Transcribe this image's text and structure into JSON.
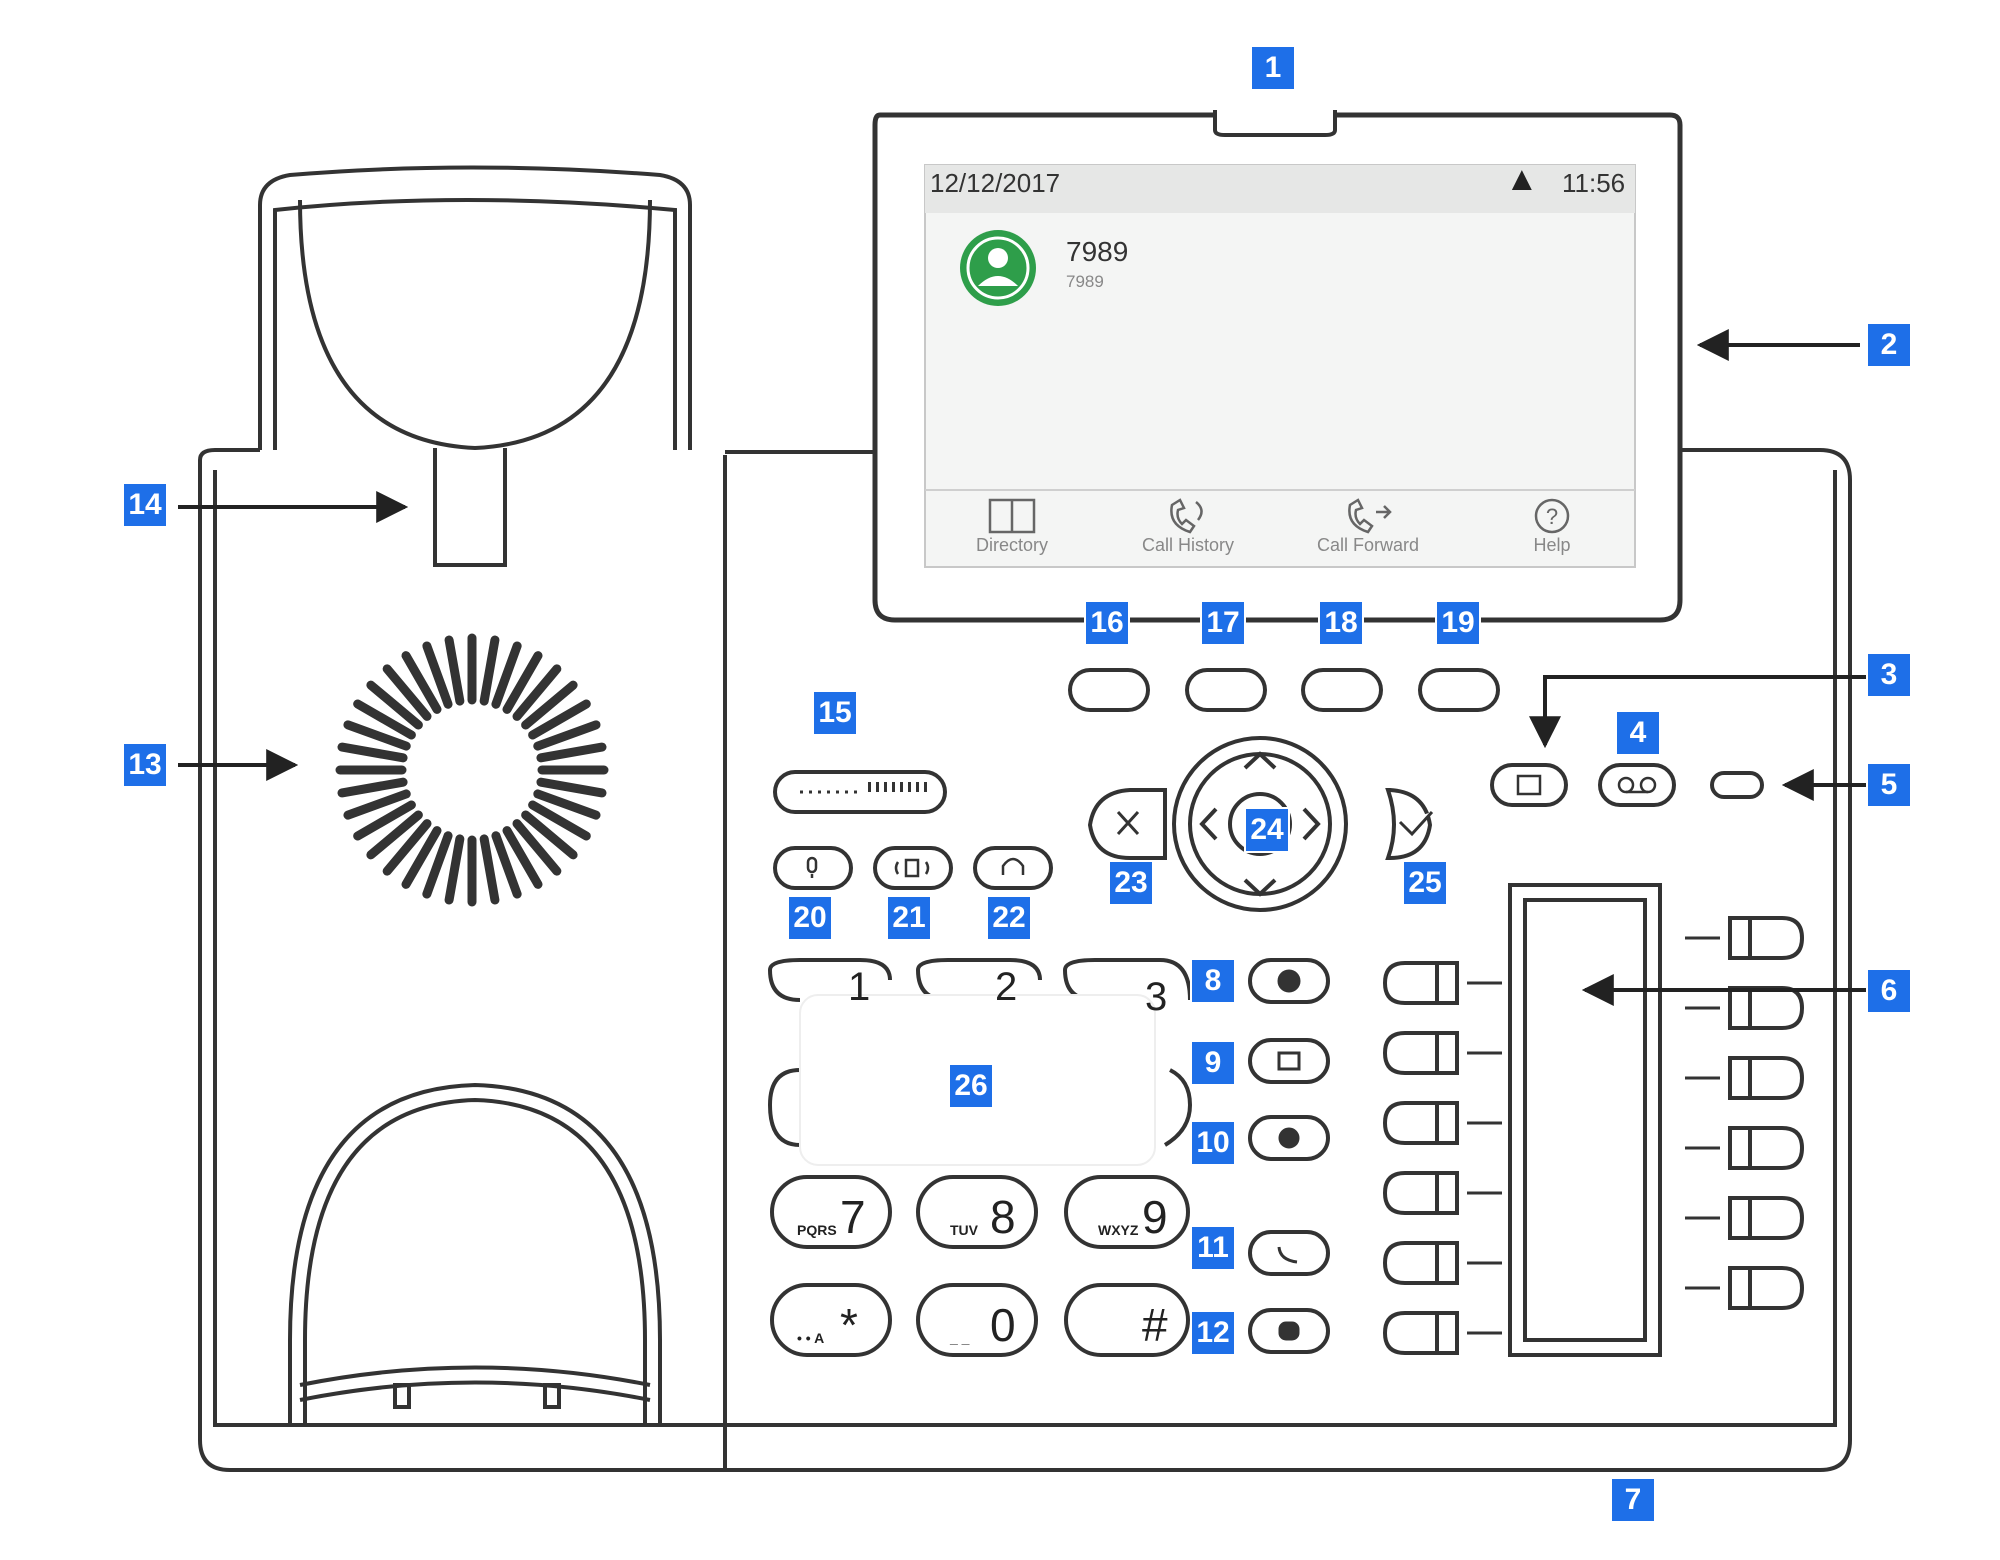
{
  "screen": {
    "date": "12/12/2017",
    "time": "11:56",
    "warning_icon": "warning-triangle-icon",
    "contact": {
      "name": "7989",
      "number": "7989",
      "avatar_icon": "user-avatar-icon",
      "avatar_color": "#2e9e4a"
    },
    "softkeys": [
      {
        "label": "Directory",
        "icon": "book-icon"
      },
      {
        "label": "Call History",
        "icon": "call-history-icon"
      },
      {
        "label": "Call Forward",
        "icon": "call-forward-icon"
      },
      {
        "label": "Help",
        "icon": "help-icon"
      }
    ]
  },
  "keypad": {
    "keys": [
      {
        "digit": "7",
        "letters": "PQRS"
      },
      {
        "digit": "8",
        "letters": "TUV"
      },
      {
        "digit": "9",
        "letters": "WXYZ"
      },
      {
        "digit": "*",
        "letters": "• • A"
      },
      {
        "digit": "0",
        "letters": "_ _"
      },
      {
        "digit": "#",
        "letters": ""
      }
    ],
    "partial_top_digits": [
      "1",
      "2",
      "3"
    ]
  },
  "callouts": [
    "1",
    "2",
    "3",
    "4",
    "5",
    "6",
    "7",
    "8",
    "9",
    "10",
    "11",
    "12",
    "13",
    "14",
    "15",
    "16",
    "17",
    "18",
    "19",
    "20",
    "21",
    "22",
    "23",
    "24",
    "25",
    "26"
  ],
  "colors": {
    "callout": "#1e6fe8",
    "line": "#333333",
    "screen_bg": "#f4f5f4",
    "statusbar_bg": "#e6e7e6"
  }
}
